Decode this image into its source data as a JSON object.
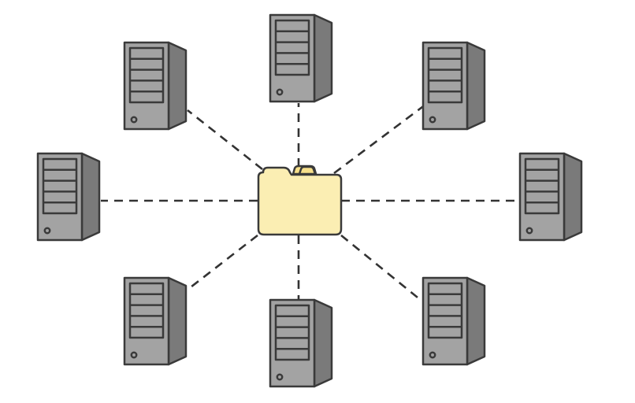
{
  "diagram": {
    "type": "hub-and-spoke",
    "hub": {
      "kind": "folder",
      "icon": "folder-icon"
    },
    "nodes": [
      {
        "id": "server-top",
        "kind": "server",
        "icon": "server-tower-icon"
      },
      {
        "id": "server-top-right",
        "kind": "server",
        "icon": "server-tower-icon"
      },
      {
        "id": "server-right",
        "kind": "server",
        "icon": "server-tower-icon"
      },
      {
        "id": "server-bottom-right",
        "kind": "server",
        "icon": "server-tower-icon"
      },
      {
        "id": "server-bottom",
        "kind": "server",
        "icon": "server-tower-icon"
      },
      {
        "id": "server-bottom-left",
        "kind": "server",
        "icon": "server-tower-icon"
      },
      {
        "id": "server-left",
        "kind": "server",
        "icon": "server-tower-icon"
      },
      {
        "id": "server-top-left",
        "kind": "server",
        "icon": "server-tower-icon"
      }
    ],
    "links": [
      {
        "from": "hub",
        "to": "server-top",
        "style": "dashed"
      },
      {
        "from": "hub",
        "to": "server-top-right",
        "style": "dashed"
      },
      {
        "from": "hub",
        "to": "server-right",
        "style": "dashed"
      },
      {
        "from": "hub",
        "to": "server-bottom-right",
        "style": "dashed"
      },
      {
        "from": "hub",
        "to": "server-bottom",
        "style": "dashed"
      },
      {
        "from": "hub",
        "to": "server-bottom-left",
        "style": "dashed"
      },
      {
        "from": "hub",
        "to": "server-left",
        "style": "dashed"
      },
      {
        "from": "hub",
        "to": "server-top-left",
        "style": "dashed"
      }
    ]
  },
  "colors": {
    "background": "#ffffff",
    "server_front": "#a3a3a3",
    "server_side": "#7a7a7a",
    "server_outline": "#3a3a3a",
    "folder_fill": "#fbeeb3",
    "folder_tab": "#f7e08a",
    "link": "#333333"
  }
}
